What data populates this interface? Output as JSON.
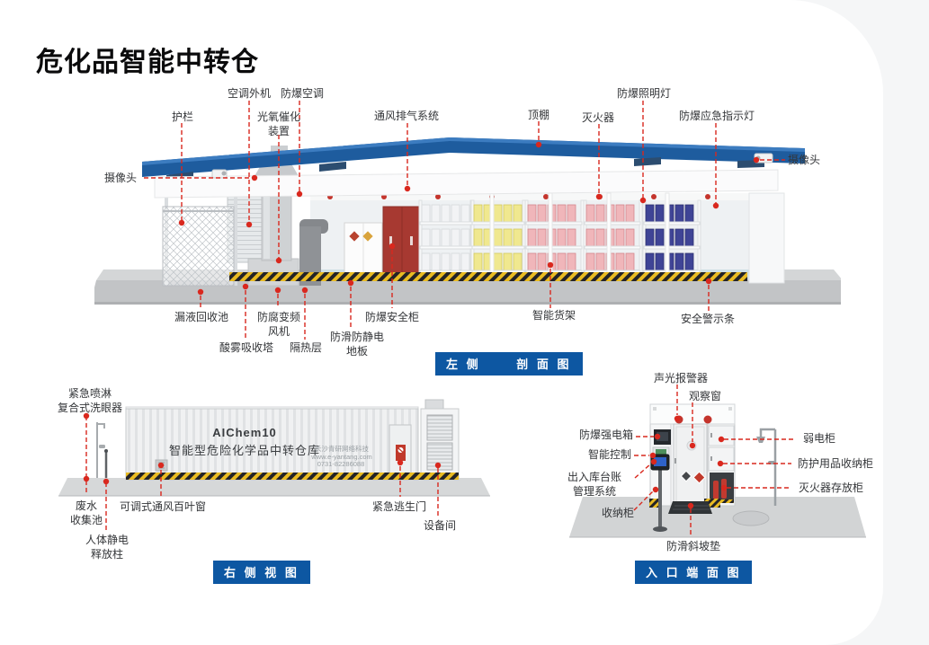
{
  "title": "危化品智能中转仓",
  "colors": {
    "accent_red": "#d9281e",
    "badge_blue": "#0d57a2",
    "roof_blue": "#1e5c9e",
    "hazard_yellow": "#e9bb22",
    "shelf_box_colors": [
      "#f2f3f5",
      "#f0e88f",
      "#f0b6ba",
      "#f0b6ba",
      "#3f4496"
    ]
  },
  "cross_section_view": {
    "badge": "左 侧      剖 面 图",
    "labels": {
      "guardrail": "护栏",
      "camera_left": "摄像头",
      "ac_outdoor_unit": "空调外机",
      "photo_oxygen_catalytic_unit": "光氧催化\n装置",
      "explosion_proof_ac": "防爆空调",
      "ventilation_exhaust_system": "通风排气系统",
      "canopy": "顶棚",
      "fire_extinguisher": "灭火器",
      "explosion_proof_light": "防爆照明灯",
      "emergency_indicator_light": "防爆应急指示灯",
      "camera_right": "摄像头",
      "leak_recovery_pool": "漏液回收池",
      "acid_mist_absorption_tower": "酸雾吸收塔",
      "anticorrosion_fan": "防腐变频\n风机",
      "insulation_layer": "隔热层",
      "antislip_antistatic_floor": "防滑防静电\n地板",
      "explosion_proof_safety_cabinet": "防爆安全柜",
      "smart_shelves": "智能货架",
      "safety_warning_strip": "安全警示条"
    }
  },
  "right_side_view": {
    "badge": "右 侧 视 图",
    "labels": {
      "emergency_shower_eyewash": "紧急喷淋\n复合式洗眼器",
      "wastewater_pool": "废水\n收集池",
      "adjustable_louver": "可调式通风百叶窗",
      "static_release_pillar": "人体静电\n释放柱",
      "emergency_exit_door": "紧急逃生门",
      "equipment_room": "设备间"
    },
    "container": {
      "model": "AIChem10",
      "name": "智能型危险化学品中转仓库",
      "company": "长沙青研网络科技",
      "website": "www.e-yantang.com",
      "phone": "0731-82286088"
    }
  },
  "entrance_view": {
    "badge": "入 口 端 面 图",
    "labels": {
      "sound_light_alarm": "声光报警器",
      "observation_window": "观察窗",
      "explosion_proof_power_box": "防爆强电箱",
      "smart_control": "智能控制",
      "ledger_system": "出入库台账\n管理系统",
      "storage_cabinet": "收纳柜",
      "weak_current_cabinet": "弱电柜",
      "ppe_cabinet": "防护用品收纳柜",
      "extinguisher_cabinet": "灭火器存放柜",
      "antislip_ramp": "防滑斜坡垫"
    }
  }
}
